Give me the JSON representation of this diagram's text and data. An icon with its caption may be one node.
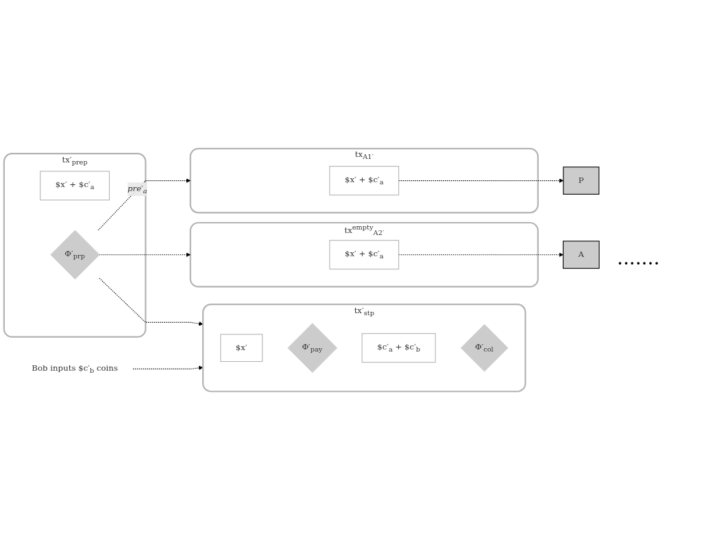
{
  "diagram": {
    "nodes": [
      {
        "text": [
          "tx′$_{prep}$"
        ]
      },
      {
        "text": [
          "$x′ + $c′$_{a}$"
        ],
        "in": 0
      },
      {
        "text": [
          "Φ′$_{prp}$"
        ],
        "in": 0
      },
      {
        "text": [
          "tx$_{A1′}$"
        ]
      },
      {
        "text": [
          "$x′ + $c′$_{a}$"
        ],
        "in": 3
      },
      {
        "text": [
          "P"
        ]
      },
      {
        "text": [
          "tx$^{empty}$$_{A2′}$"
        ]
      },
      {
        "text": [
          "$x′ + $c′$_{a}$"
        ],
        "in": 6
      },
      {
        "text": [
          "A"
        ]
      },
      {
        "text": [
          "tx′$_{stp}$"
        ]
      },
      {
        "text": [
          "$x′"
        ],
        "in": 9
      },
      {
        "text": [
          "Φ′$_{pay}$"
        ],
        "in": 9
      },
      {
        "text": [
          "$c′$_{a}$ + $c′$_{b}$"
        ],
        "in": 9
      },
      {
        "text": [
          "Φ′$_{col}$"
        ],
        "in": 9
      },
      {
        "text": [
          "Bob inputs $c′$_{b}$ coins"
        ]
      }
    ],
    "edges": [
      {
        "from": 2,
        "to": 3,
        "arrow": "to",
        "label": "pre′$_{a}$",
        "style": "dashed"
      },
      {
        "from": 2,
        "to": 6,
        "arrow": "to",
        "style": "dashed"
      },
      {
        "from": 2,
        "to": 9,
        "arrow": "to",
        "style": "dashed"
      },
      {
        "from": 4,
        "to": 5,
        "arrow": "to",
        "style": "dashed"
      },
      {
        "from": 7,
        "to": 8,
        "arrow": "to",
        "style": "dashed"
      },
      {
        "from": 14,
        "to": 9,
        "arrow": "to",
        "style": "dashed"
      }
    ],
    "labels": [
      "......."
    ]
  }
}
